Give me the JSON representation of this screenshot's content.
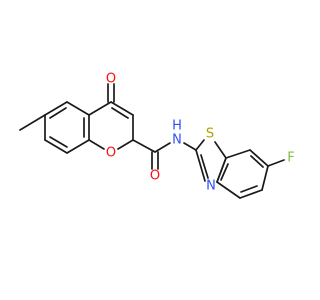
{
  "atom_labels": {
    "ketone_o": "O",
    "ring_o": "O",
    "amide_o": "O",
    "amide_n": "N",
    "amide_h": "H",
    "thiazole_s": "S",
    "thiazole_n": "N",
    "fluorine": "F"
  },
  "colors": {
    "bond": "#1a1a1a",
    "oxygen": "#ff0d0d",
    "nitrogen": "#3050f8",
    "sulfur": "#b0a000",
    "fluorine": "#80c040"
  }
}
